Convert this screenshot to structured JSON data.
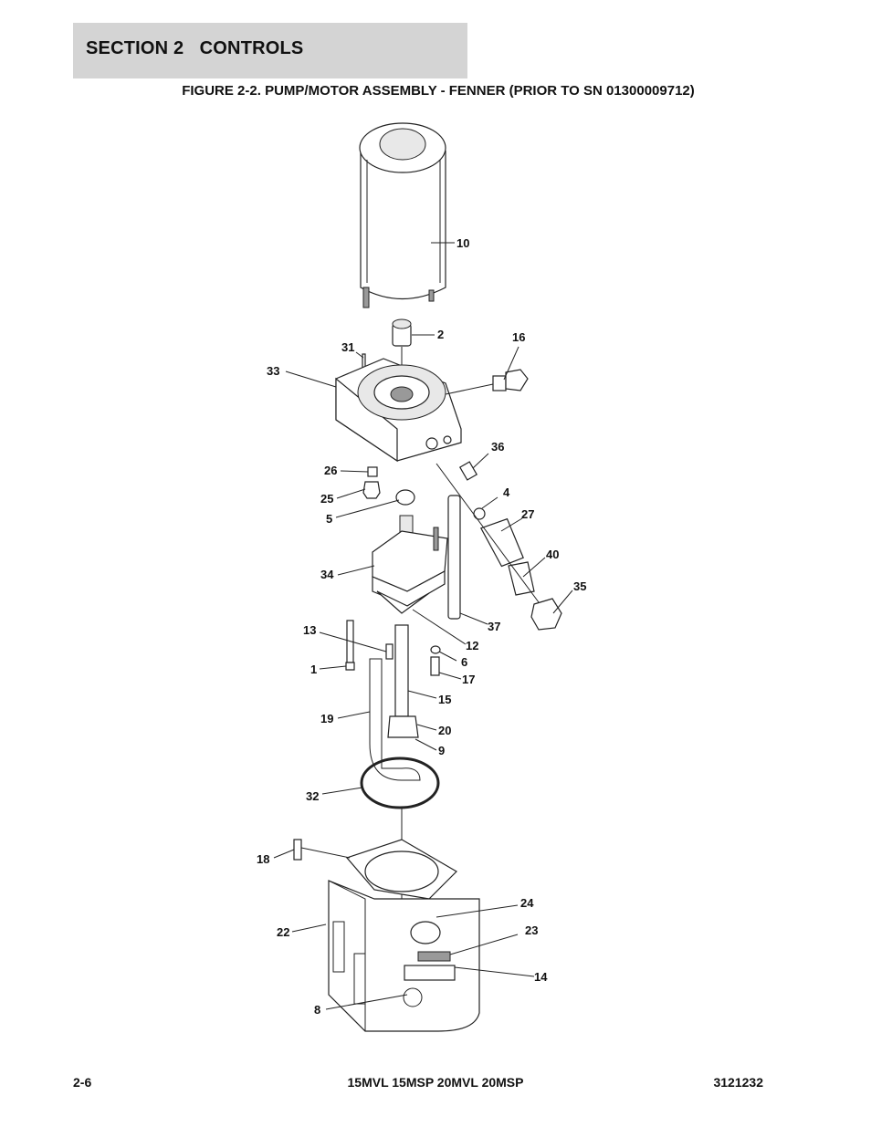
{
  "header": {
    "section": "SECTION 2   CONTROLS"
  },
  "figure": {
    "title": "FIGURE 2-2. PUMP/MOTOR ASSEMBLY - FENNER (PRIOR TO SN 01300009712)",
    "callouts": {
      "c10": "10",
      "c2": "2",
      "c31": "31",
      "c16": "16",
      "c33": "33",
      "c36": "36",
      "c26": "26",
      "c25": "25",
      "c4": "4",
      "c5": "5",
      "c27": "27",
      "c40": "40",
      "c34": "34",
      "c35": "35",
      "c37": "37",
      "c13": "13",
      "c12": "12",
      "c6": "6",
      "c1": "1",
      "c17": "17",
      "c15": "15",
      "c19": "19",
      "c20": "20",
      "c9": "9",
      "c32": "32",
      "c18": "18",
      "c24": "24",
      "c22": "22",
      "c23": "23",
      "c14": "14",
      "c8": "8"
    }
  },
  "footer": {
    "page": "2-6",
    "models": "15MVL 15MSP 20MVL 20MSP",
    "doc_number": "3121232"
  }
}
